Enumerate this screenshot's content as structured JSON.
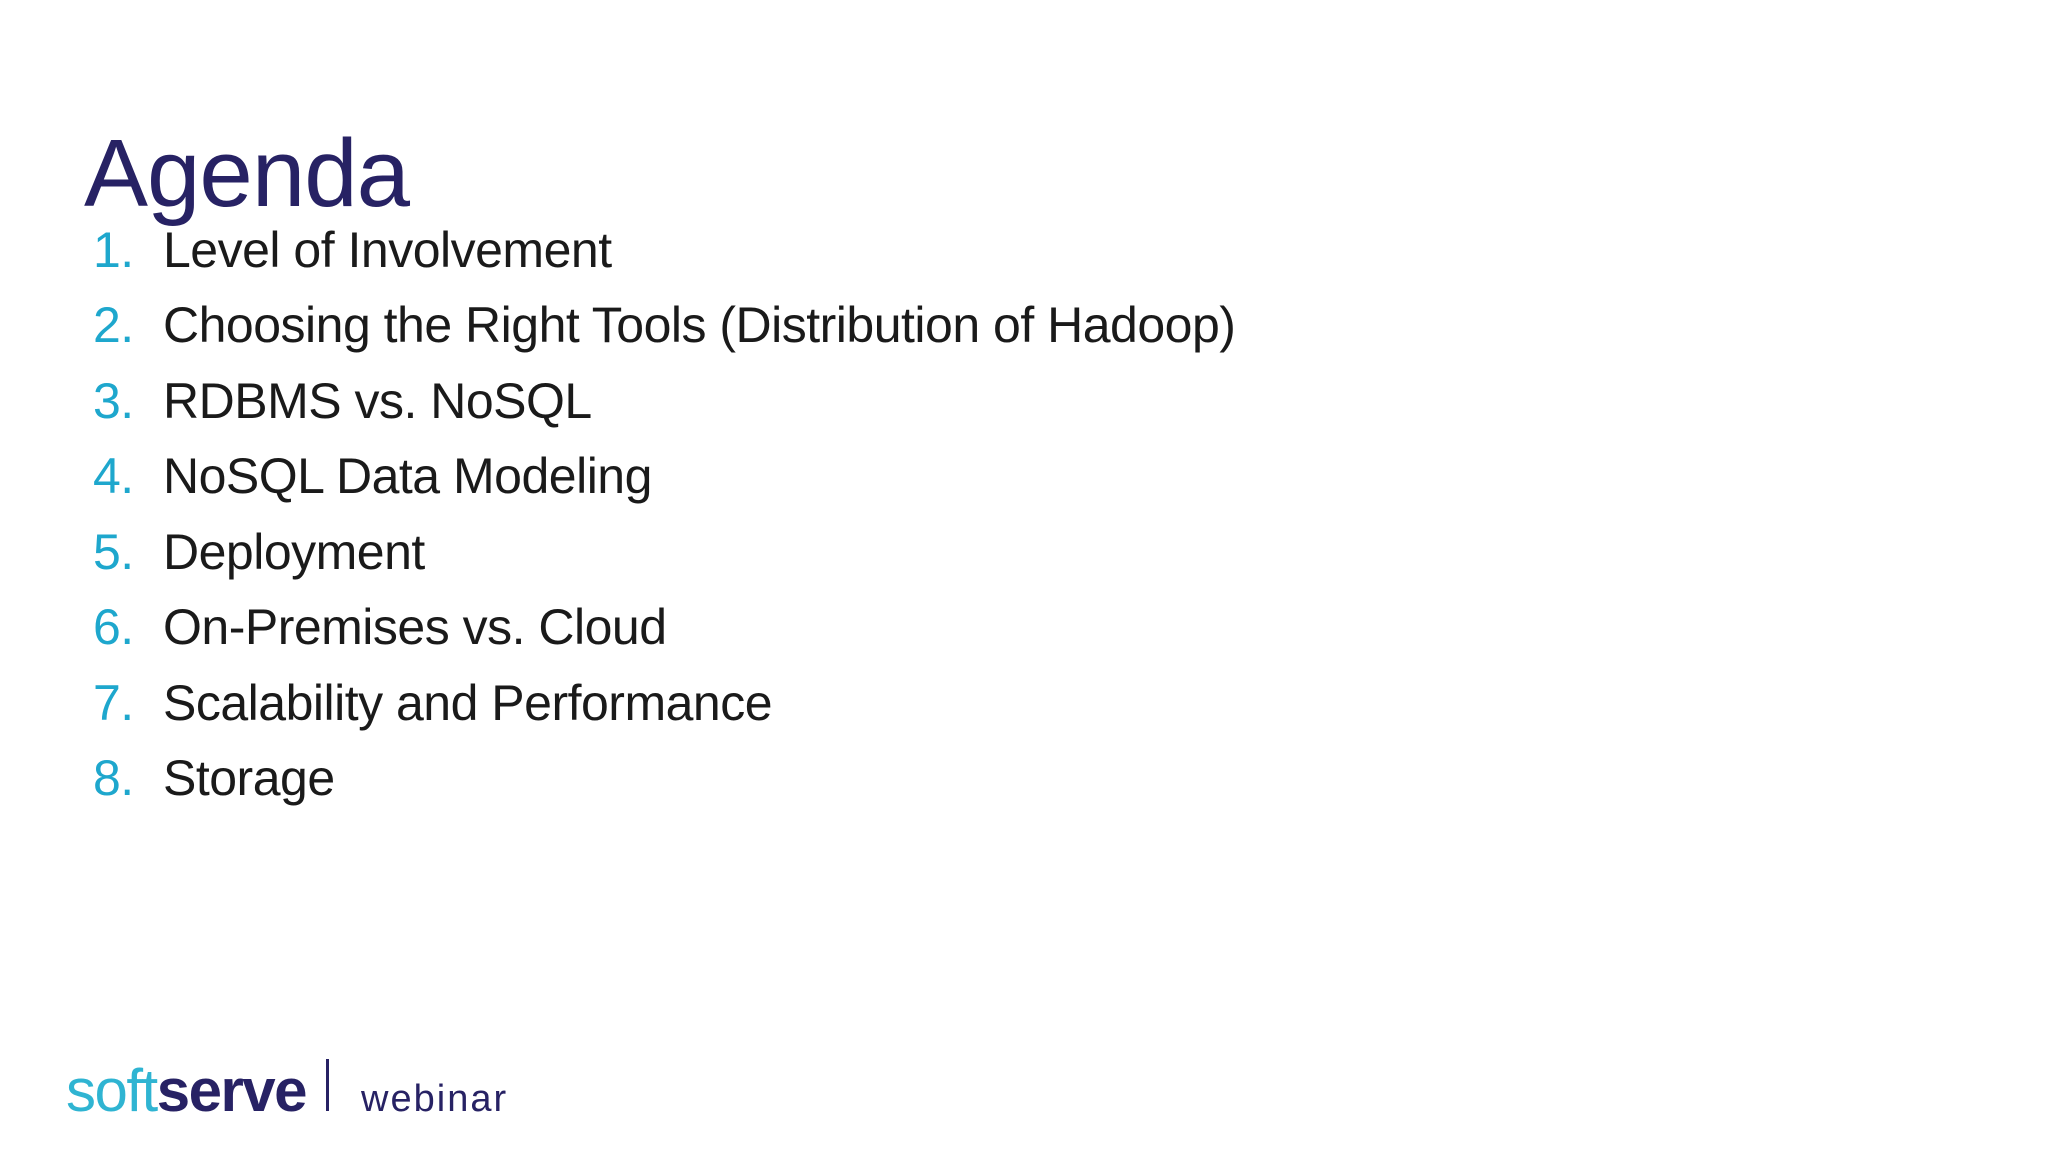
{
  "slide": {
    "title": "Agenda",
    "agenda": {
      "items": [
        {
          "number": "1.",
          "label": "Level of Involvement"
        },
        {
          "number": "2.",
          "label": "Choosing the Right Tools (Distribution of Hadoop)"
        },
        {
          "number": "3.",
          "label": "RDBMS vs. NoSQL"
        },
        {
          "number": "4.",
          "label": "NoSQL Data Modeling"
        },
        {
          "number": "5.",
          "label": "Deployment"
        },
        {
          "number": "6.",
          "label": "On-Premises vs. Cloud"
        },
        {
          "number": "7.",
          "label": "Scalability and Performance"
        },
        {
          "number": "8.",
          "label": "Storage"
        }
      ]
    },
    "footer": {
      "brand_soft": "soft",
      "brand_serve": "serve",
      "tagline": "webinar"
    },
    "colors": {
      "title_navy": "#272264",
      "list_number_cyan": "#1ea7cd",
      "list_text": "#1a1a1a",
      "brand_cyan": "#2fb4d2",
      "brand_navy": "#272264",
      "background": "#ffffff"
    }
  }
}
